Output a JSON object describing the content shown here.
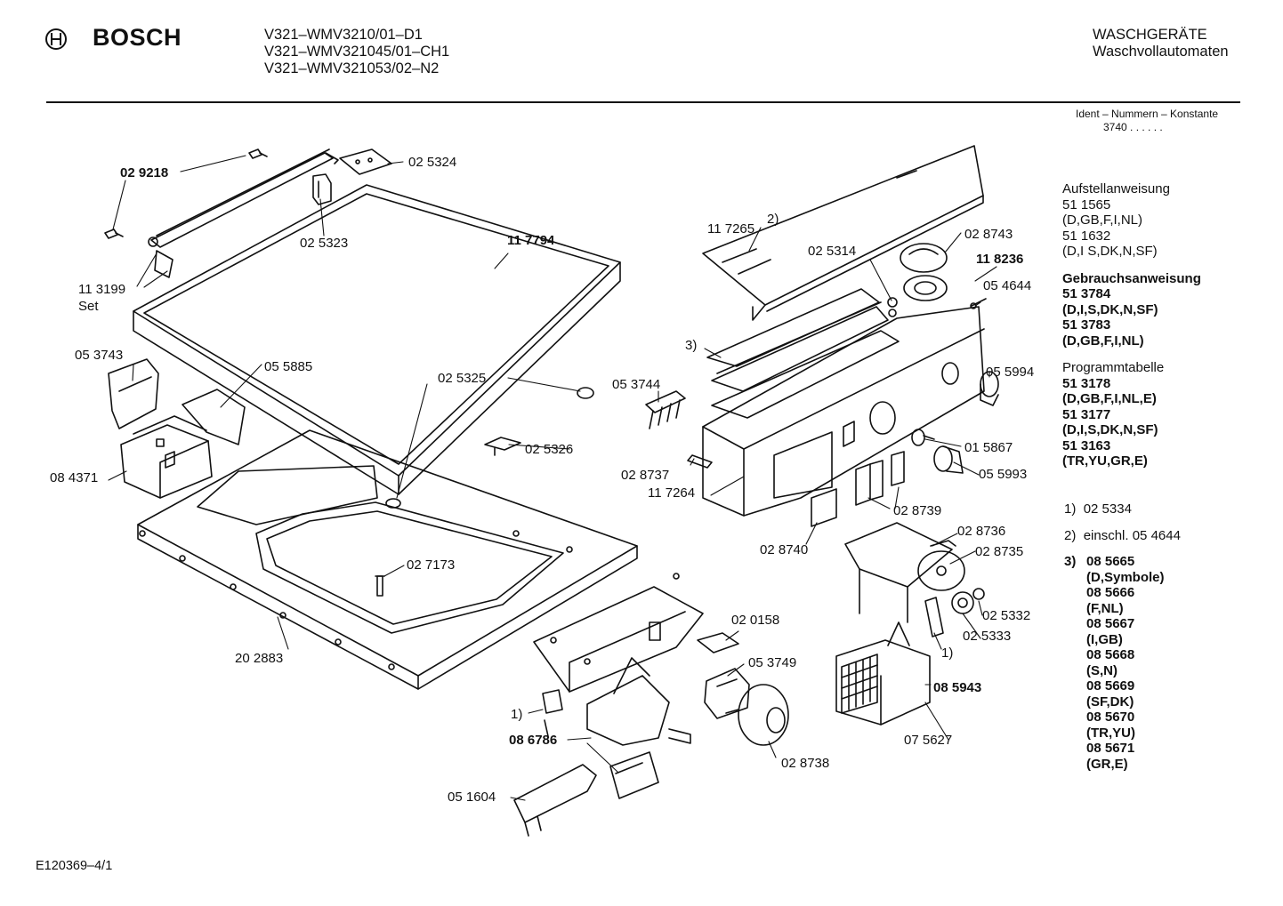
{
  "header": {
    "brand": "BOSCH",
    "models": [
      "V321–WMV3210/01–D1",
      "V321–WMV321045/01–CH1",
      "V321–WMV321053/02–N2"
    ],
    "category": [
      "WASCHGERÄTE",
      "Waschvollautomaten"
    ],
    "ident_label": "Ident – Nummern – Konstante",
    "ident_value": "3740  .  .    .  .  .  .",
    "icon": "bosch-armature-logo"
  },
  "docs": {
    "aufstell": {
      "title": "Aufstellanweisung",
      "lines": [
        "51 1565",
        "(D,GB,F,I,NL)",
        "51 1632",
        "(D,I S,DK,N,SF)"
      ]
    },
    "gebrauch": {
      "title": "Gebrauchsanweisung",
      "lines": [
        "51 3784",
        "(D,I,S,DK,N,SF)",
        "51 3783",
        "(D,GB,F,I,NL)"
      ]
    },
    "programm": {
      "title": "Programmtabelle",
      "lines": [
        "51 3178",
        "(D,GB,F,I,NL,E)",
        "51 3177",
        "(D,I,S,DK,N,SF)",
        "51 3163",
        "(TR,YU,GR,E)"
      ]
    }
  },
  "notes": {
    "n1": {
      "key": "1)",
      "text": "02 5334"
    },
    "n2": {
      "key": "2)",
      "text": "einschl. 05 4644"
    },
    "n3": {
      "key": "3)",
      "lines": [
        "08 5665",
        "(D,Symbole)",
        "08 5666",
        "(F,NL)",
        "08 5667",
        "(I,GB)",
        "08 5668",
        "(S,N)",
        "08 5669",
        "(SF,DK)",
        "08 5670",
        "(TR,YU)",
        "08 5671",
        "(GR,E)"
      ]
    }
  },
  "parts": {
    "p029218": "02 9218",
    "p025324": "02 5324",
    "p025323": "02 5323",
    "p117794": "11 7794",
    "p113199": "11 3199",
    "p113199set": "Set",
    "p053743": "05 3743",
    "p055885": "05 5885",
    "p025325": "02 5325",
    "p025326": "02 5326",
    "p084371": "08 4371",
    "p027173": "02 7173",
    "p202883": "20 2883",
    "p117265": "11 7265",
    "p117265n": "2)",
    "p028743": "02 8743",
    "p025314": "02 5314",
    "p118236": "11 8236",
    "p054644": "05 4644",
    "p3": "3)",
    "p055994": "05 5994",
    "p053744": "05 3744",
    "p015867": "01 5867",
    "p055993": "05 5993",
    "p028737": "02 8737",
    "p117264": "11 7264",
    "p028739": "02 8739",
    "p028740": "02 8740",
    "p028736": "02 8736",
    "p028735": "02 8735",
    "p025332": "02 5332",
    "p025333": "02 5333",
    "p1a": "1)",
    "p020158": "02 0158",
    "p053749": "05 3749",
    "p085943": "08 5943",
    "p1b": "1)",
    "p086786": "08 6786",
    "p075627": "07 5627",
    "p028738": "02 8738",
    "p051604": "05 1604"
  },
  "footer": {
    "code": "E120369–4/1"
  }
}
